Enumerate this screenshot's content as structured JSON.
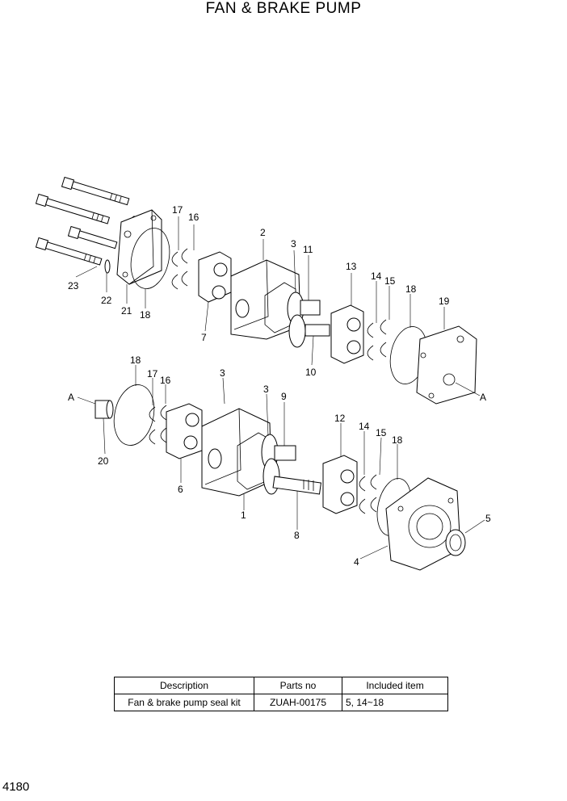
{
  "title": "FAN & BRAKE PUMP",
  "page_number": "4180",
  "callouts": {
    "c1": "1",
    "c2": "2",
    "c3a": "3",
    "c3b": "3",
    "c3c": "3",
    "c4": "4",
    "c5": "5",
    "c6": "6",
    "c7": "7",
    "c8": "8",
    "c9": "9",
    "c10": "10",
    "c11": "11",
    "c12": "12",
    "c13": "13",
    "c14a": "14",
    "c14b": "14",
    "c15a": "15",
    "c15b": "15",
    "c16a": "16",
    "c16b": "16",
    "c17a": "17",
    "c17b": "17",
    "c18a": "18",
    "c18b": "18",
    "c18c": "18",
    "c18d": "18",
    "c19": "19",
    "c20": "20",
    "c21": "21",
    "c22": "22",
    "c23": "23",
    "cAa": "A",
    "cAb": "A"
  },
  "table": {
    "headers": [
      "Description",
      "Parts no",
      "Included item"
    ],
    "rows": [
      [
        "Fan & brake pump seal kit",
        "ZUAH-00175",
        "5, 14~18"
      ]
    ]
  }
}
